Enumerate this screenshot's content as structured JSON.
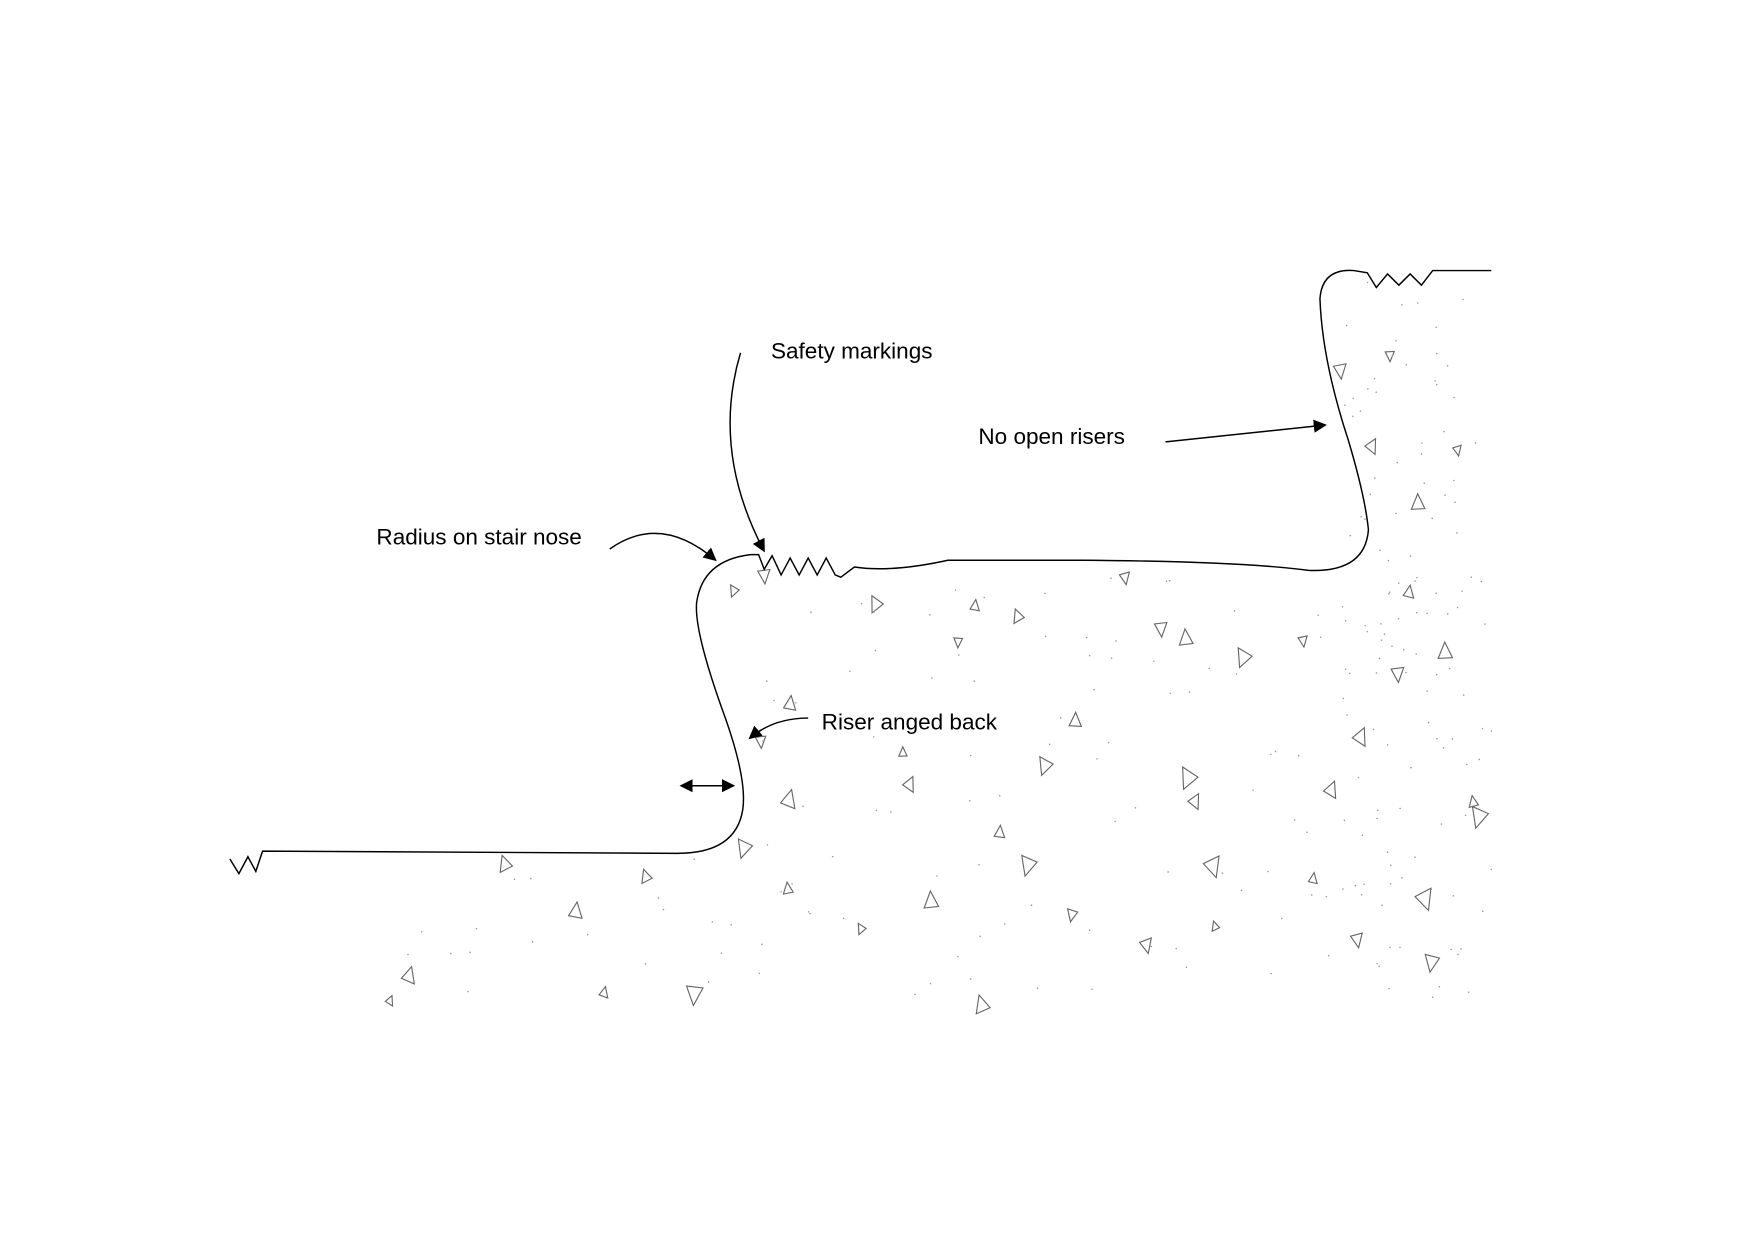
{
  "labels": {
    "safety": "Safety markings",
    "risers": "No open risers",
    "radius": "Radius on stair nose",
    "riser_angled": "Riser anged back"
  },
  "colors": {
    "line": "#000000",
    "aggregate": "#666666"
  }
}
